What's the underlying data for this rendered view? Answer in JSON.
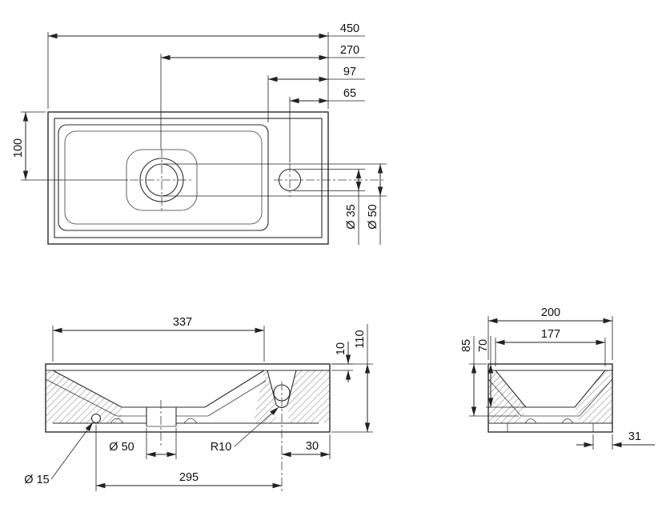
{
  "colors": {
    "background": "#ffffff",
    "line": "#2b2b2b"
  },
  "views": {
    "top": {
      "dims": {
        "overall_width": "450",
        "drain_from_right": "270",
        "basin_right_offset": "97",
        "tap_from_right": "65",
        "drain_from_back": "100",
        "tap_hole_dia": "Ø 35",
        "drain_dia": "Ø 50"
      }
    },
    "front": {
      "dims": {
        "basin_opening_width": "337",
        "rim_thickness": "10",
        "overall_height": "110",
        "drain_outlet_dia": "Ø 50",
        "channel_radius": "R10",
        "tap_to_right_edge": "30",
        "fixing_hole_dia": "Ø 15",
        "hole_to_tap_center": "295"
      }
    },
    "side": {
      "dims": {
        "overall_depth": "200",
        "basin_opening_depth": "177",
        "bowl_depth_outer": "85",
        "bowl_depth_inner": "70",
        "foot_width": "31"
      }
    }
  }
}
